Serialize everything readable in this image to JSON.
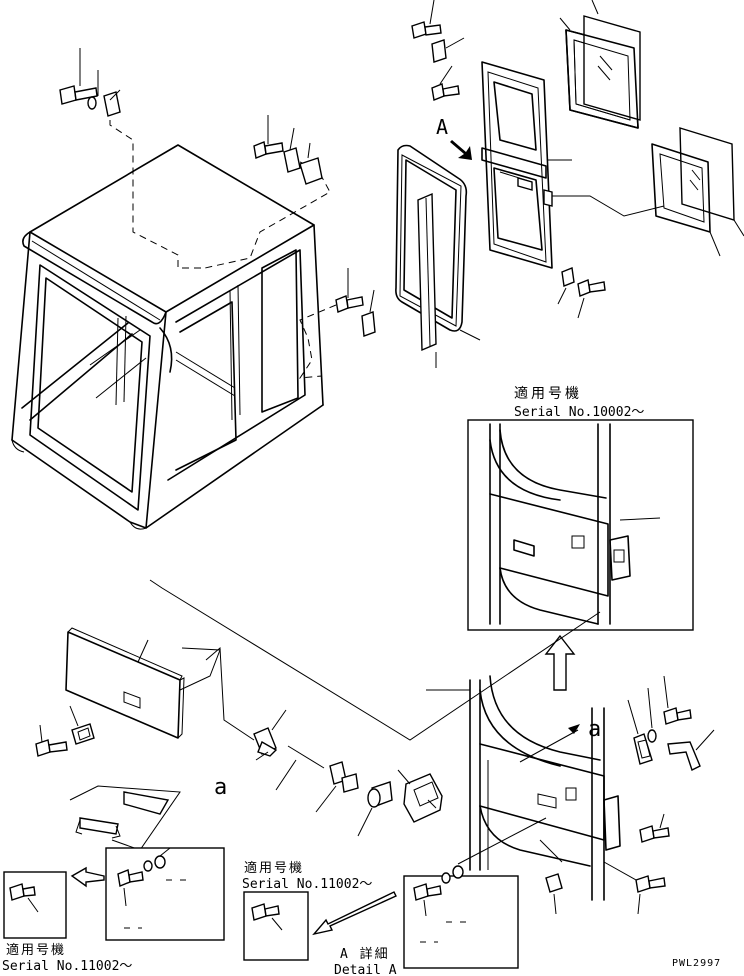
{
  "labels": {
    "view_a": "A",
    "ref_a": "a",
    "serial_top": {
      "jp": "適用号機",
      "en": "Serial No.10002～"
    },
    "serial_mid": {
      "jp": "適用号機",
      "en": "Serial No.11002～"
    },
    "serial_left": {
      "jp": "適用号機",
      "en": "Serial No.11002～"
    },
    "detail_a": {
      "jp": "A 詳細",
      "en": "Detail A"
    },
    "drawing_code": "PWL2997"
  }
}
